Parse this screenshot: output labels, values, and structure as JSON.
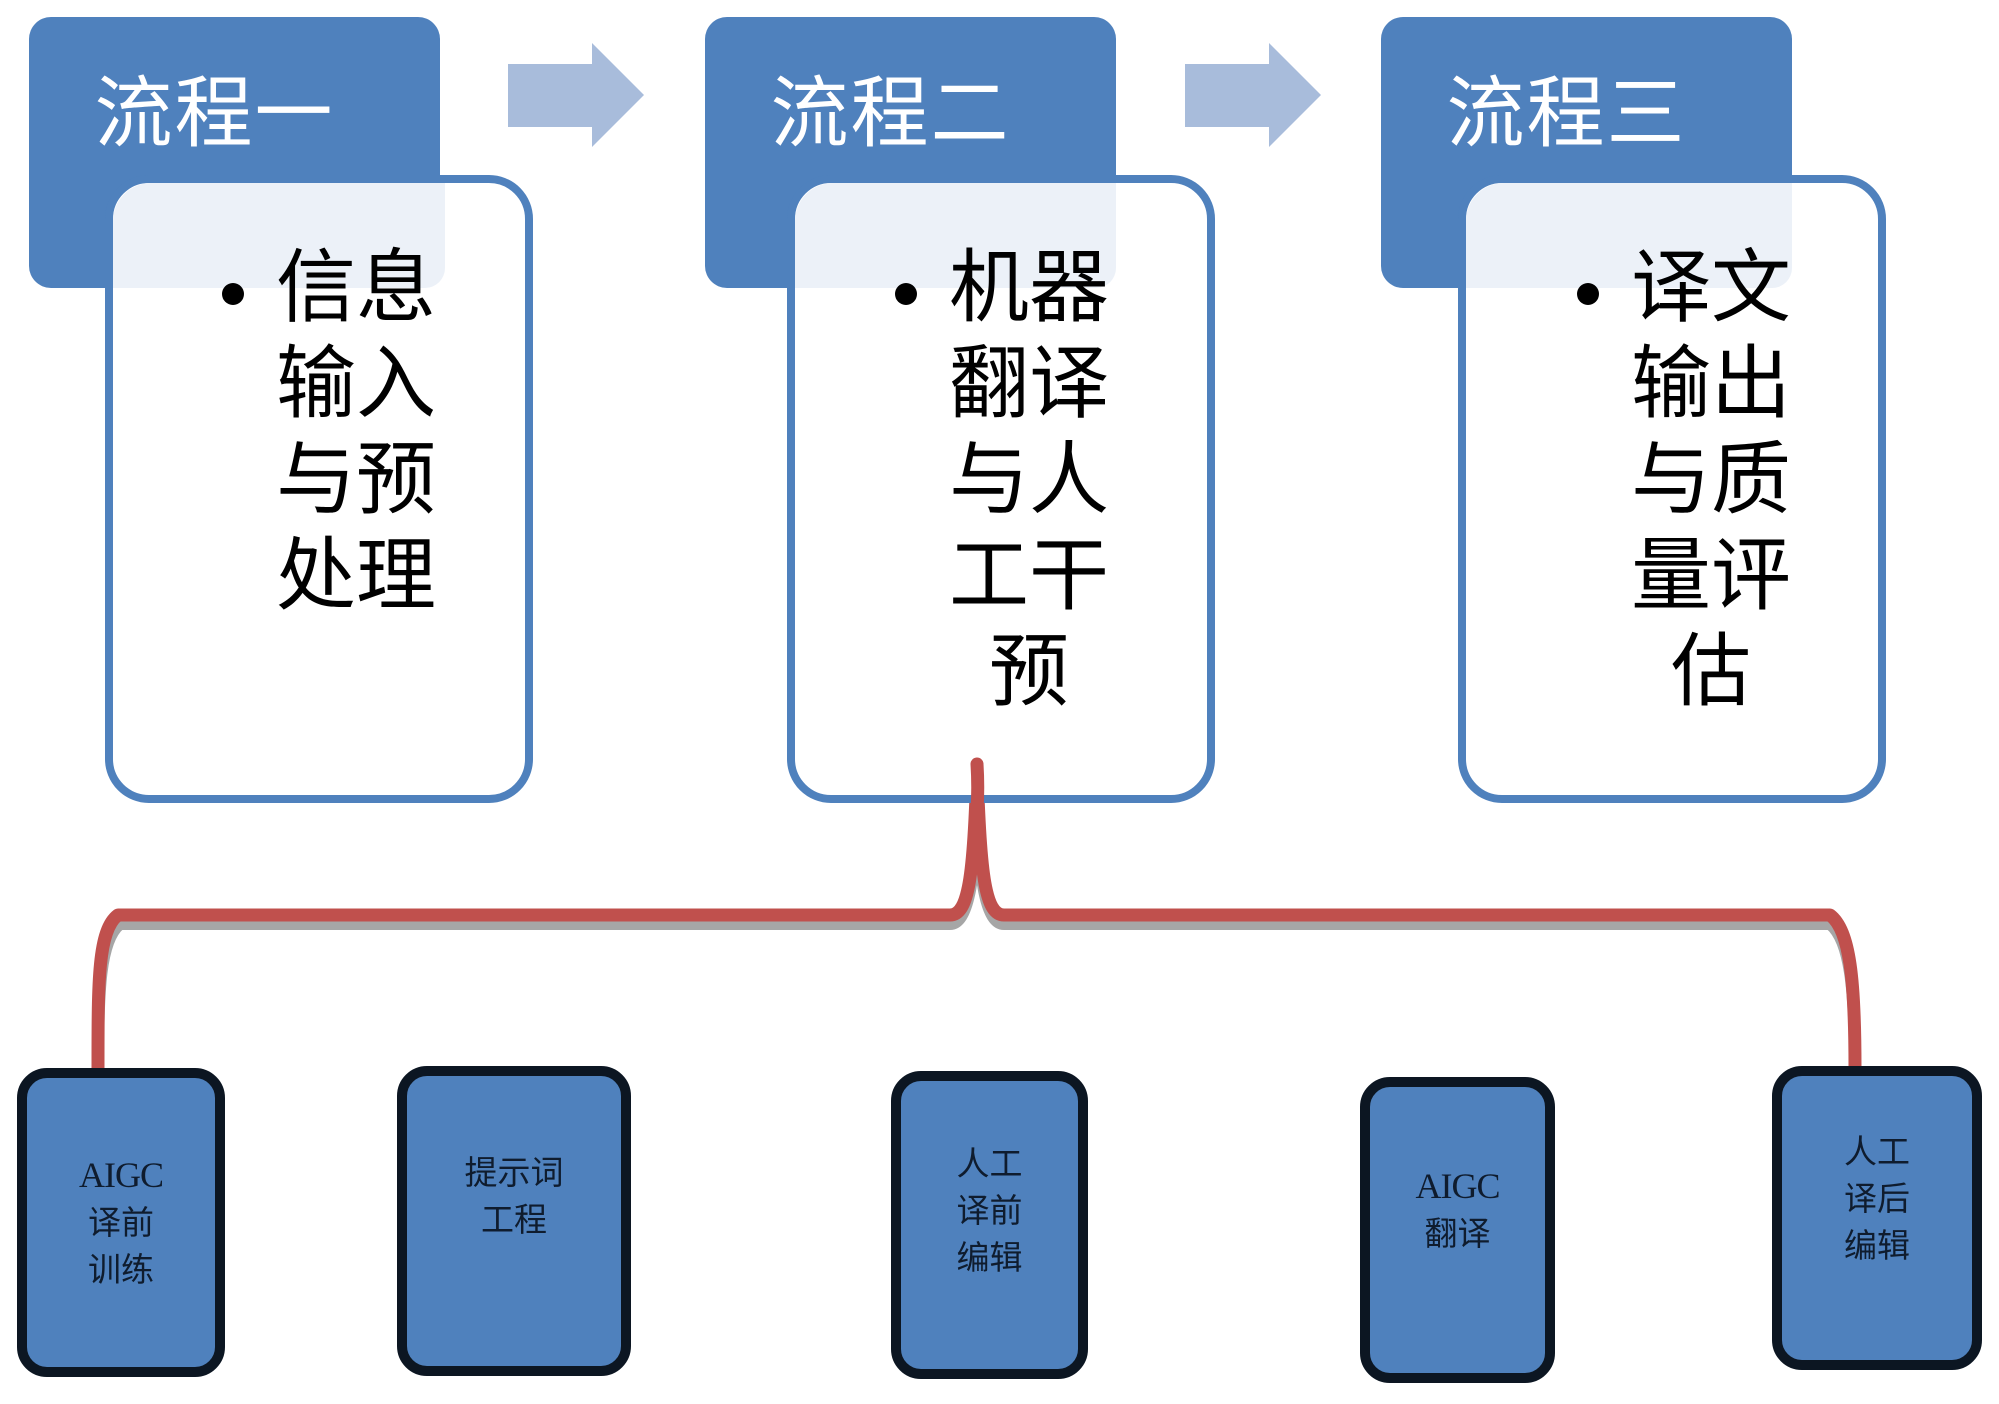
{
  "colors": {
    "header_fill": "#4F81BD",
    "header_text": "#FFFFFF",
    "arrow_fill": "#A8BCDB",
    "content_border": "#4F81BD",
    "content_overlay": "#ECF1F8",
    "connector": "#C0504D",
    "connector_shadow": "#A6A6A6",
    "leaf_fill": "#4F81BD",
    "leaf_border": "#0C1622",
    "leaf_text": "#0F1C2E"
  },
  "stages": [
    {
      "title": "流程一",
      "bullet": "信息输入与预处理",
      "lines": [
        "信息",
        "输入",
        "与预",
        "处理"
      ]
    },
    {
      "title": "流程二",
      "bullet": "机器翻译与人工干预",
      "lines": [
        "机器",
        "翻译",
        "与人",
        "工干",
        "预"
      ]
    },
    {
      "title": "流程三",
      "bullet": "译文输出与质量评估",
      "lines": [
        "译文",
        "输出",
        "与质",
        "量评",
        "估"
      ]
    }
  ],
  "arrows": [
    {
      "icon": "right-arrow-icon",
      "from": "流程一",
      "to": "流程二"
    },
    {
      "icon": "right-arrow-icon",
      "from": "流程二",
      "to": "流程三"
    }
  ],
  "connector": {
    "from_stage": "流程二",
    "to": "sub-steps"
  },
  "sub_steps": [
    {
      "lines": [
        "AIGC",
        "译前",
        "训练"
      ]
    },
    {
      "lines": [
        "提示词",
        "工程"
      ]
    },
    {
      "lines": [
        "人工",
        "译前",
        "编辑"
      ]
    },
    {
      "lines": [
        "AIGC",
        "翻译"
      ]
    },
    {
      "lines": [
        "人工",
        "译后",
        "编辑"
      ]
    }
  ]
}
